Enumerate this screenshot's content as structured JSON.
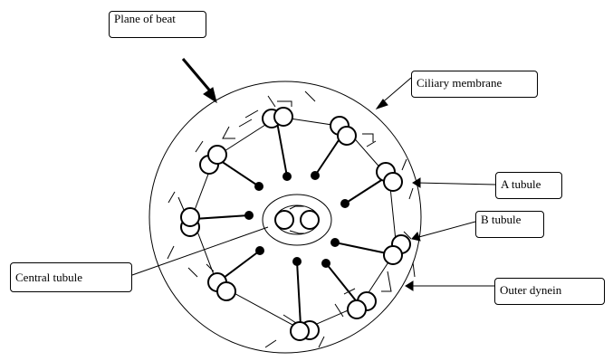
{
  "labels": {
    "plane_of_beat": "Plane of beat",
    "ciliary_membrane": "Ciliary membrane",
    "a_tubule": "A tubule",
    "b_tubule": "B tubule",
    "central_tubule": "Central tubule",
    "outer_dynein": "Outer dynein"
  },
  "structure": {
    "outer_doublet_count": 9,
    "central_pair_count": 2,
    "radial_spoke_count": 9
  },
  "colors": {
    "stroke": "#000000",
    "background": "#ffffff"
  }
}
